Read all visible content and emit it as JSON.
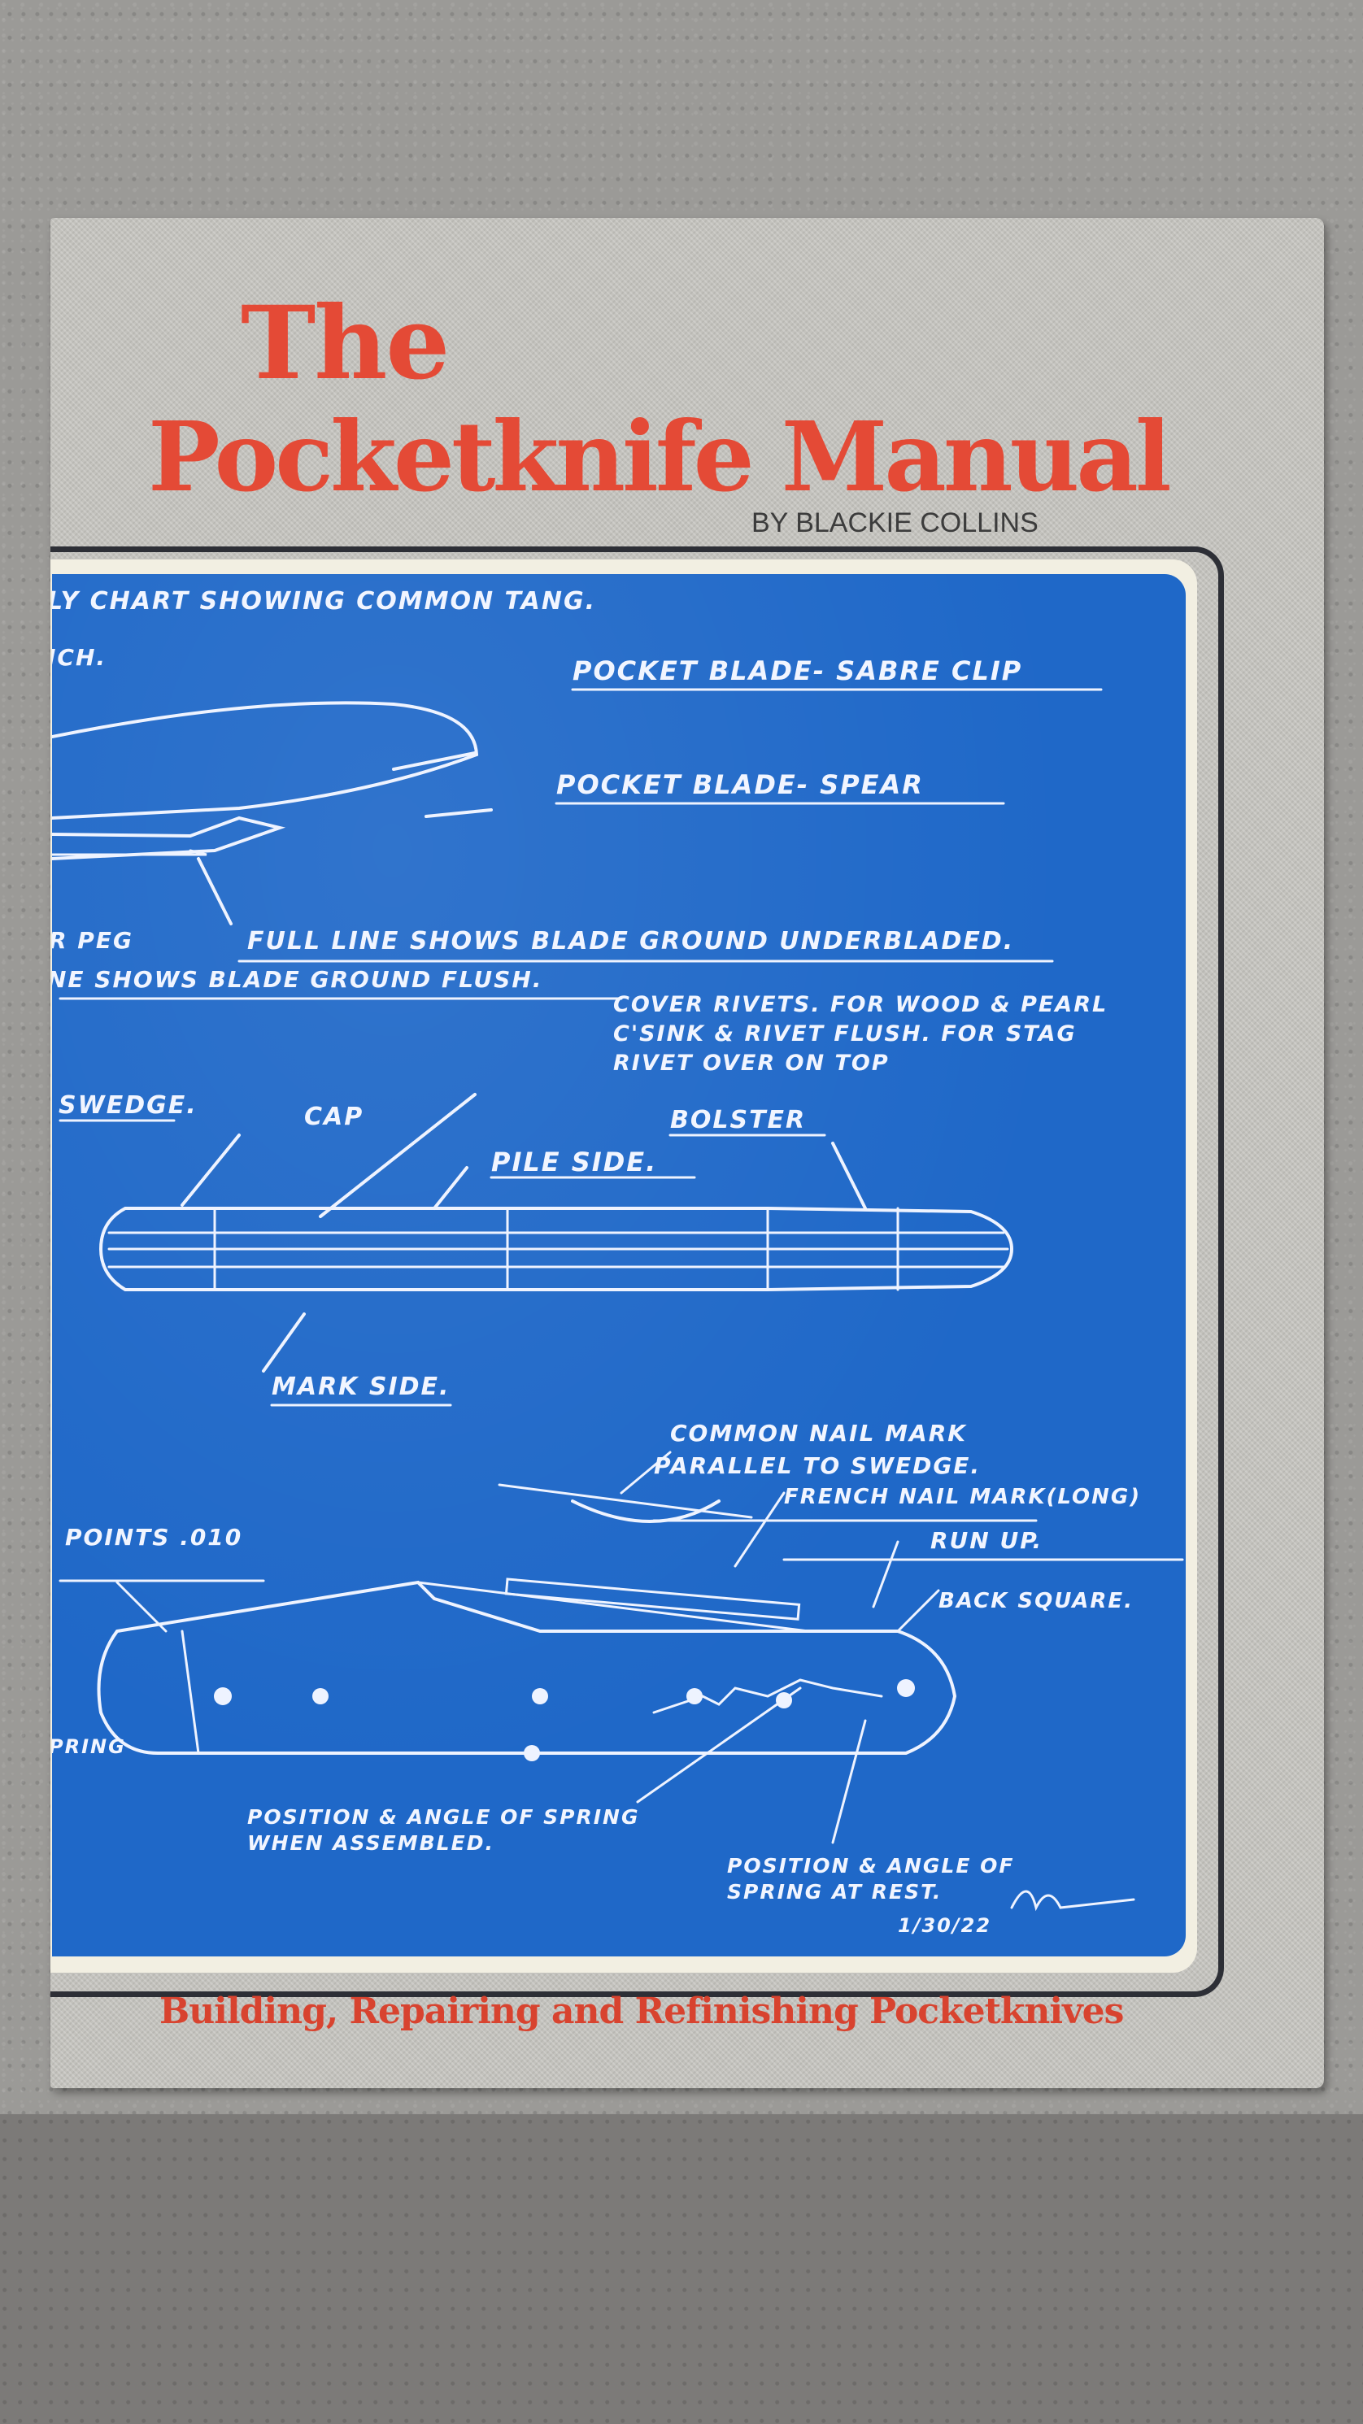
{
  "cover": {
    "title_line1": "The",
    "title_line2": "Pocketknife Manual",
    "author": "BY BLACKIE COLLINS",
    "subtitle": "Building, Repairing and Refinishing Pocketknives"
  },
  "blueprint": {
    "labels": [
      "LY CHART SHOWING COMMON TANG.",
      "ICH.",
      "POCKET BLADE- SABRE CLIP",
      "POCKET BLADE- SPEAR",
      "FULL LINE SHOWS BLADE GROUND UNDERBLADED.",
      "R PEG",
      "NE SHOWS BLADE GROUND FLUSH.",
      "COVER RIVETS. FOR WOOD & PEARL",
      "C'SINK & RIVET FLUSH. FOR STAG",
      "RIVET OVER ON TOP",
      "SWEDGE.",
      "CAP",
      "BOLSTER",
      "PILE SIDE.",
      "MARK SIDE.",
      "COMMON NAIL MARK",
      "PARALLEL TO SWEDGE.",
      "FRENCH NAIL MARK(LONG)",
      "POINTS .010",
      "RUN UP.",
      "BACK SQUARE.",
      "PRING",
      "POSITION & ANGLE OF SPRING",
      "WHEN ASSEMBLED.",
      "POSITION & ANGLE OF",
      "SPRING AT REST.",
      "1/30/22"
    ]
  },
  "colors": {
    "title_red": "#e44a36",
    "blueprint_blue": "#1f68c8",
    "cover_gray": "#c3c2bd",
    "concrete": "#9b9a97"
  }
}
